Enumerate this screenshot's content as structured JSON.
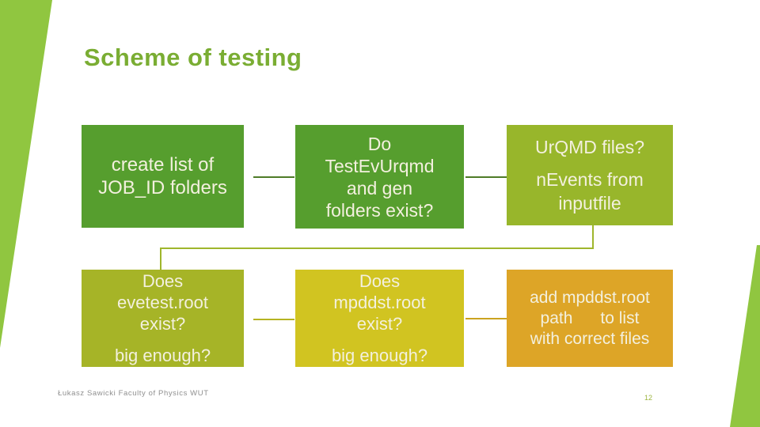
{
  "slide": {
    "title": "Scheme of testing",
    "footer_author": "Łukasz Sawicki Faculty of Physics WUT",
    "page_number": "12"
  },
  "colors": {
    "accent_shape_green": "#90C640",
    "title_green": "#7AAD33",
    "box_text_cream": "#F3F0DE",
    "box_dark_green": "#569E2E",
    "box_yellow_green": "#98B62B",
    "box_olive": "#A6B427",
    "box_yellow": "#D1C421",
    "box_gold": "#DDA527",
    "connector_dark_green": "#4E7B28",
    "connector_yellow_green": "#9FB62C",
    "connector_olive": "#B5B322",
    "connector_gold": "#CBA31F",
    "footer_gray": "#8F8F8F",
    "page_number_green": "#9CB43E"
  },
  "flow": {
    "boxes": [
      {
        "name": "create-list",
        "text1": "create list of\nJOB_ID folders"
      },
      {
        "name": "testev-urqmd",
        "text1": "Do\nTestEvUrqmd\nand gen\nfolders exist?"
      },
      {
        "name": "urqmd-files",
        "text1": "UrQMD files?",
        "text2": "nEvents from\ninputfile"
      },
      {
        "name": "evetest-root",
        "text1": "Does\nevetest.root\nexist?",
        "text2": "big enough?"
      },
      {
        "name": "mpddst-root",
        "text1": "Does\nmpddst.root\nexist?",
        "text2": "big enough?"
      },
      {
        "name": "add-path",
        "text1": "add mpddst.root\npath      to list\nwith correct files"
      }
    ]
  }
}
